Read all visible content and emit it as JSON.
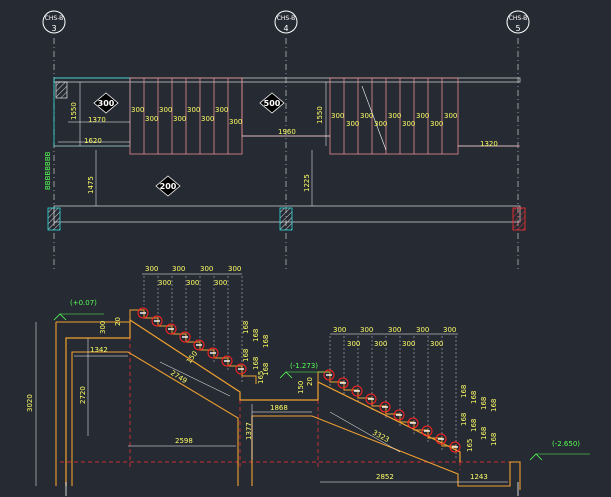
{
  "axes": [
    {
      "code": "CHS-B",
      "num": "3"
    },
    {
      "code": "CHS-B",
      "num": "4"
    },
    {
      "code": "CHS-B",
      "num": "5"
    }
  ],
  "plan": {
    "slabs": [
      "300",
      "500",
      "200"
    ],
    "dims": {
      "d1550a": "1550",
      "d1370": "1370",
      "d1620": "1620",
      "d1960": "1960",
      "d1550b": "1550",
      "d1320": "1320",
      "d1475": "1475",
      "d1225": "1225",
      "step": "300"
    },
    "side_label": "BBBBBBBB"
  },
  "section": {
    "levels": {
      "top": "(+0.07)",
      "mid": "(-1.273)",
      "bottom": "(-2.650)"
    },
    "step_w": "300",
    "riser": "168",
    "riser_last": "165",
    "dims": {
      "d3020": "3020",
      "d2720": "2720",
      "d1342": "1342",
      "d2749": "2749",
      "d2598": "2598",
      "d1868": "1868",
      "d1377": "1377",
      "d3323": "3323",
      "d2852": "2852",
      "d1243": "1243",
      "d300": "300",
      "d20a": "20",
      "d20b": "20",
      "d150": "150",
      "d150b": "150"
    }
  }
}
